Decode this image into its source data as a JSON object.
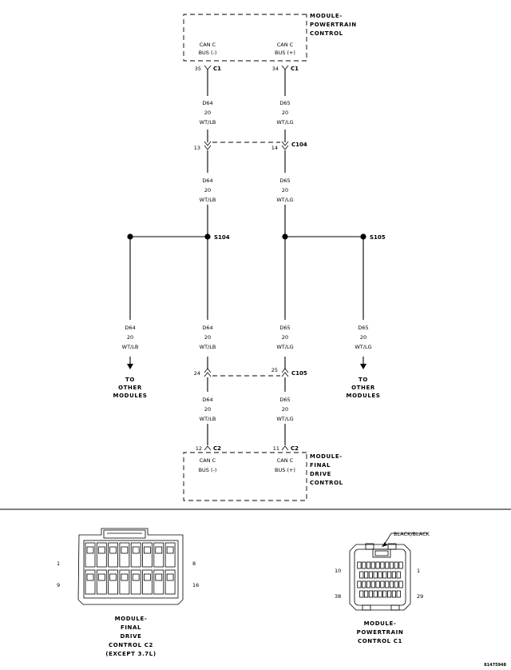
{
  "modules": {
    "pcm": {
      "title": [
        "MODULE-",
        "POWERTRAIN",
        "CONTROL"
      ],
      "bus_neg": [
        "CAN C",
        "BUS (-)"
      ],
      "bus_pos": [
        "CAN C",
        "BUS (+)"
      ]
    },
    "fdcm": {
      "title": [
        "MODULE-",
        "FINAL",
        "DRIVE",
        "CONTROL"
      ],
      "bus_neg": [
        "CAN C",
        "BUS (-)"
      ],
      "bus_pos": [
        "CAN C",
        "BUS (+)"
      ]
    }
  },
  "pins": {
    "pcm_left": "35",
    "pcm_right": "34",
    "pcm_conn": "C1",
    "c104_left": "13",
    "c104_right": "14",
    "c104": "C104",
    "c105_left": "24",
    "c105_right": "25",
    "c105": "C105",
    "fdcm_left": "12",
    "fdcm_right": "11",
    "fdcm_conn": "C2"
  },
  "wires": {
    "d64": [
      "D64",
      "20",
      "WT/LB"
    ],
    "d65": [
      "D65",
      "20",
      "WT/LG"
    ]
  },
  "splices": {
    "left": "S104",
    "right": "S105"
  },
  "to_other": [
    "TO",
    "OTHER",
    "MODULES"
  ],
  "connectors": {
    "fdcm_c2": {
      "caption": [
        "MODULE-",
        "FINAL",
        "DRIVE",
        "CONTROL C2",
        "(EXCEPT 3.7L)"
      ],
      "pins": {
        "tl": "1",
        "tr": "8",
        "bl": "9",
        "br": "16"
      }
    },
    "pcm_c1": {
      "caption": [
        "MODULE-",
        "POWERTRAIN",
        "CONTROL C1"
      ],
      "color_label": "BLACK/BLACK",
      "pins": {
        "tl": "10",
        "tr": "1",
        "bl": "38",
        "br": "29"
      }
    }
  },
  "figure_id": "81475948"
}
